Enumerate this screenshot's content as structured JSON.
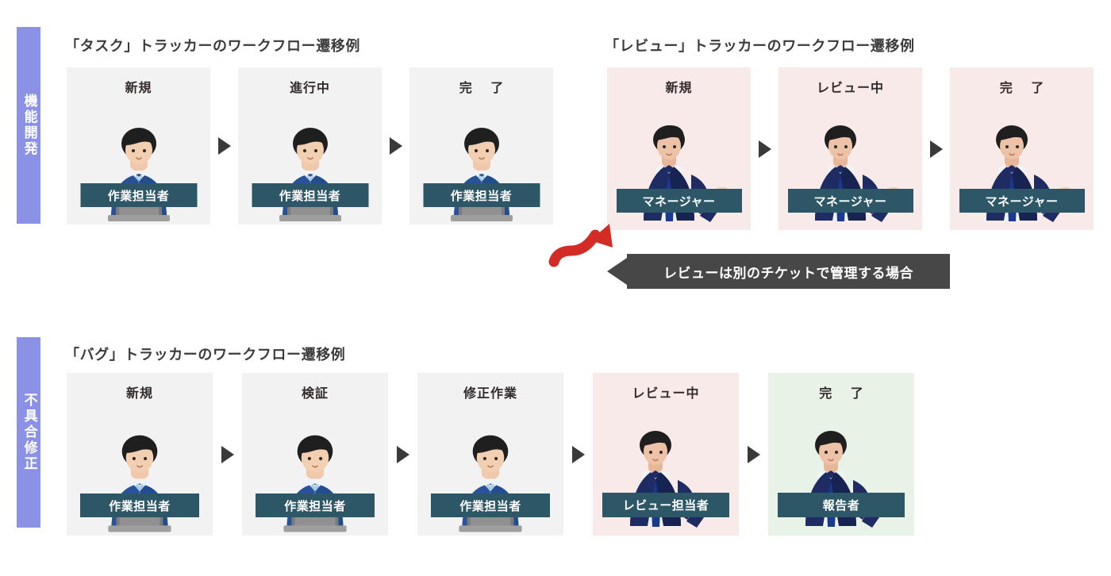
{
  "page": {
    "background": "#ffffff",
    "accent_periwinkle": "#8b92e6",
    "role_bar_color": "#2d5767",
    "card_grey": "#f2f2f2",
    "card_pink": "#f7eae9",
    "card_green": "#e8f2e6",
    "callout_color": "#474747",
    "red_arrow_color": "#d32b26",
    "tri_arrow_color": "#3a3a3a"
  },
  "sections": [
    {
      "id": "feature-development",
      "category_label": "機能開発",
      "groups": [
        {
          "id": "task-tracker",
          "title": "「タスク」トラッカーのワークフロー遷移例",
          "cards": [
            {
              "state": "新規",
              "role": "作業担当者",
              "bg": "grey",
              "figure": "worker-laptop",
              "wide_state": false
            },
            {
              "state": "進行中",
              "role": "作業担当者",
              "bg": "grey",
              "figure": "worker-laptop",
              "wide_state": false
            },
            {
              "state": "完 了",
              "role": "作業担当者",
              "bg": "grey",
              "figure": "worker-laptop",
              "wide_state": true
            }
          ]
        },
        {
          "id": "review-tracker",
          "title": "「レビュー」トラッカーのワークフロー遷移例",
          "cards": [
            {
              "state": "新規",
              "role": "マネージャー",
              "bg": "pink",
              "figure": "manager-presenting",
              "wide_state": false
            },
            {
              "state": "レビュー中",
              "role": "マネージャー",
              "bg": "pink",
              "figure": "manager-presenting",
              "wide_state": false
            },
            {
              "state": "完 了",
              "role": "マネージャー",
              "bg": "pink",
              "figure": "manager-presenting",
              "wide_state": true
            }
          ]
        }
      ],
      "callout": {
        "text": "レビューは別のチケットで管理する場合"
      }
    },
    {
      "id": "bug-fixing",
      "category_label": "不具合修正",
      "groups": [
        {
          "id": "bug-tracker",
          "title": "「バグ」トラッカーのワークフロー遷移例",
          "cards": [
            {
              "state": "新規",
              "role": "作業担当者",
              "bg": "grey",
              "figure": "worker-laptop",
              "wide_state": false
            },
            {
              "state": "検証",
              "role": "作業担当者",
              "bg": "grey",
              "figure": "worker-laptop",
              "wide_state": false
            },
            {
              "state": "修正作業",
              "role": "作業担当者",
              "bg": "grey",
              "figure": "worker-laptop",
              "wide_state": false
            },
            {
              "state": "レビュー中",
              "role": "レビュー担当者",
              "bg": "pink",
              "figure": "manager-presenting",
              "wide_state": false
            },
            {
              "state": "完 了",
              "role": "報告者",
              "bg": "green",
              "figure": "manager-presenting",
              "wide_state": true
            }
          ]
        }
      ]
    }
  ],
  "icons": {
    "step_arrow": "triangle-right-icon",
    "callout_pointer": "triangle-left-icon",
    "transition_arrow": "curved-red-arrow-icon"
  }
}
